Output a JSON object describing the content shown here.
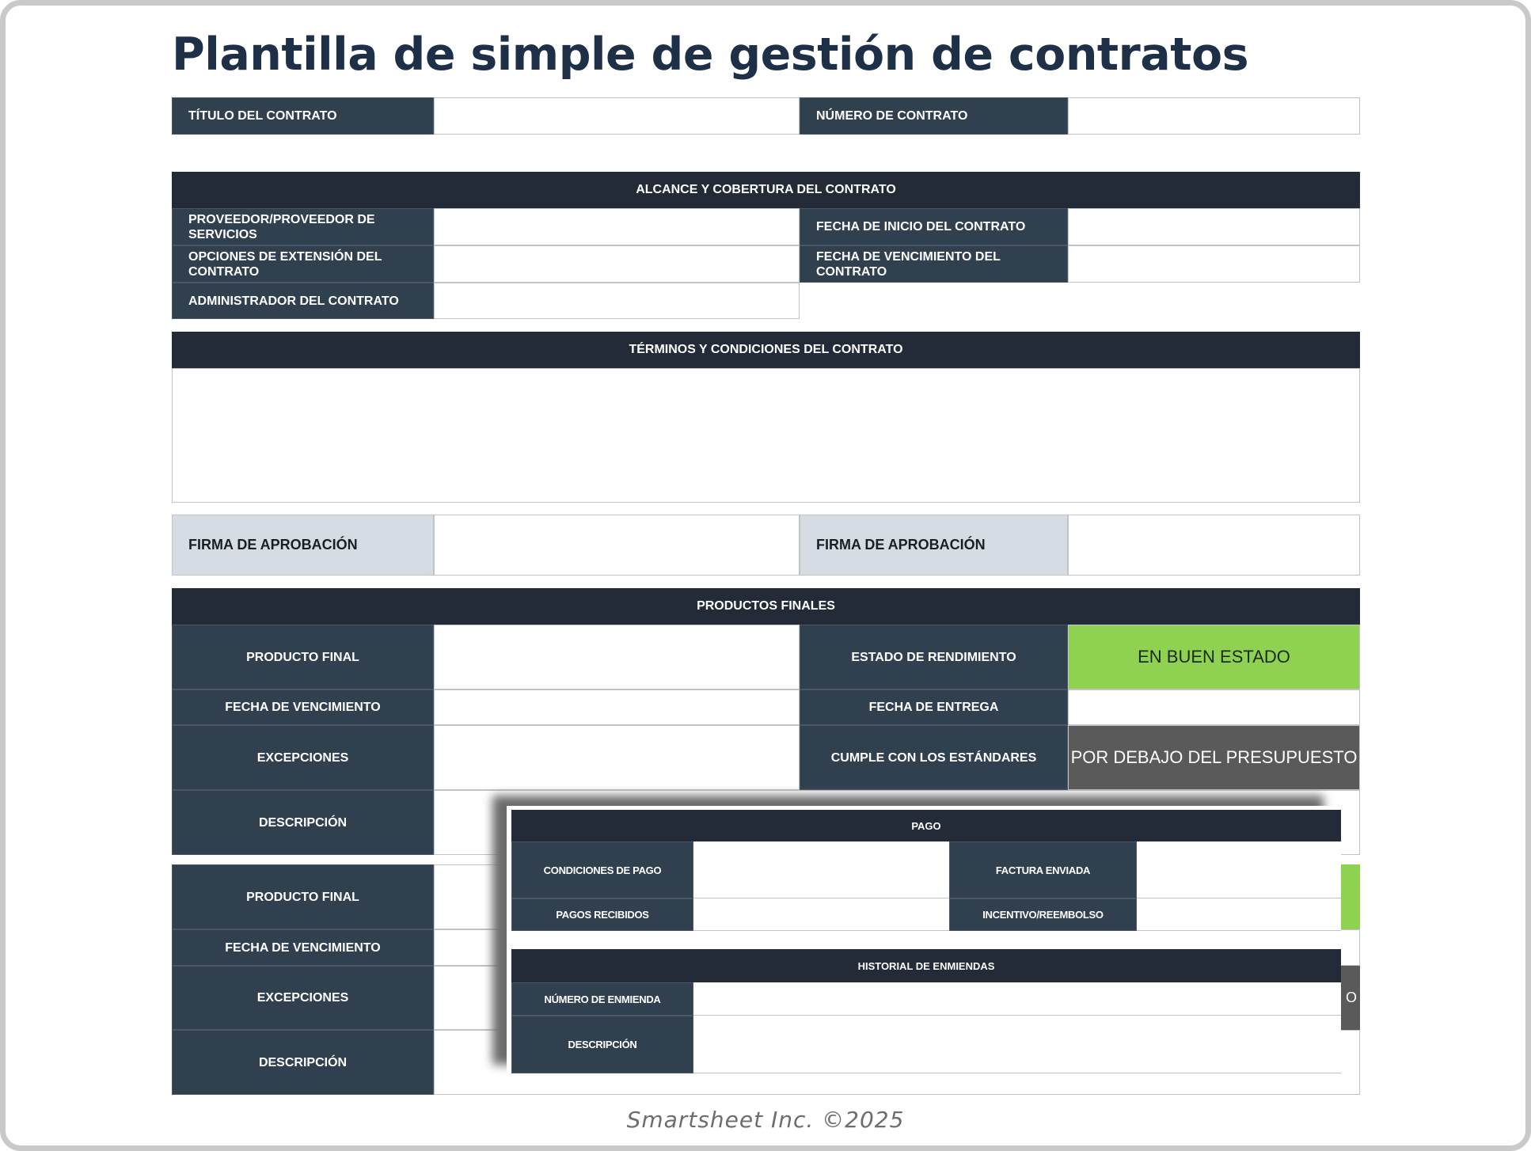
{
  "title": "Plantilla de simple de gestión de contratos",
  "top_row": {
    "contract_title_label": "TÍTULO DEL CONTRATO",
    "contract_number_label": "NÚMERO DE CONTRATO"
  },
  "scope": {
    "header": "ALCANCE Y COBERTURA DEL CONTRATO",
    "provider_label": "PROVEEDOR/PROVEEDOR DE SERVICIOS",
    "start_date_label": "FECHA DE INICIO DEL CONTRATO",
    "extension_label": "OPCIONES DE EXTENSIÓN DEL CONTRATO",
    "expiry_label": "FECHA DE VENCIMIENTO DEL CONTRATO",
    "admin_label": "ADMINISTRADOR DEL CONTRATO"
  },
  "terms": {
    "header": "TÉRMINOS Y CONDICIONES DEL CONTRATO"
  },
  "approval": {
    "sig1_label": "FIRMA DE APROBACIÓN",
    "sig2_label": "FIRMA DE APROBACIÓN"
  },
  "deliverables": {
    "header": "PRODUCTOS FINALES",
    "blocks": [
      {
        "product_label": "PRODUCTO FINAL",
        "status_label": "ESTADO DE RENDIMIENTO",
        "status_value": "EN BUEN ESTADO",
        "due_label": "FECHA DE VENCIMIENTO",
        "delivery_label": "FECHA DE ENTREGA",
        "exceptions_label": "EXCEPCIONES",
        "standards_label": "CUMPLE CON LOS ESTÁNDARES",
        "standards_value": "POR DEBAJO DEL PRESUPUESTO",
        "description_label": "DESCRIPCIÓN"
      },
      {
        "product_label": "PRODUCTO FINAL",
        "due_label": "FECHA DE VENCIMIENTO",
        "exceptions_label": "EXCEPCIONES",
        "description_label": "DESCRIPCIÓN",
        "partial_glyph": "O"
      }
    ]
  },
  "payment": {
    "header": "PAGO",
    "terms_label": "CONDICIONES DE PAGO",
    "invoice_label": "FACTURA ENVIADA",
    "received_label": "PAGOS RECIBIDOS",
    "incentive_label": "INCENTIVO/REEMBOLSO",
    "history_header": "HISTORIAL DE ENMIENDAS",
    "amendment_number_label": "NÚMERO DE ENMIENDA",
    "amendment_description_label": "DESCRIPCIÓN"
  },
  "footer": "Smartsheet Inc. ©2025",
  "colors": {
    "title": "#1d3048",
    "label_bg": "#31404f",
    "header_bg": "#222b37",
    "signature_bg": "#d6dce4",
    "status_green": "#8fd150",
    "status_gray": "#5a5a5a"
  }
}
